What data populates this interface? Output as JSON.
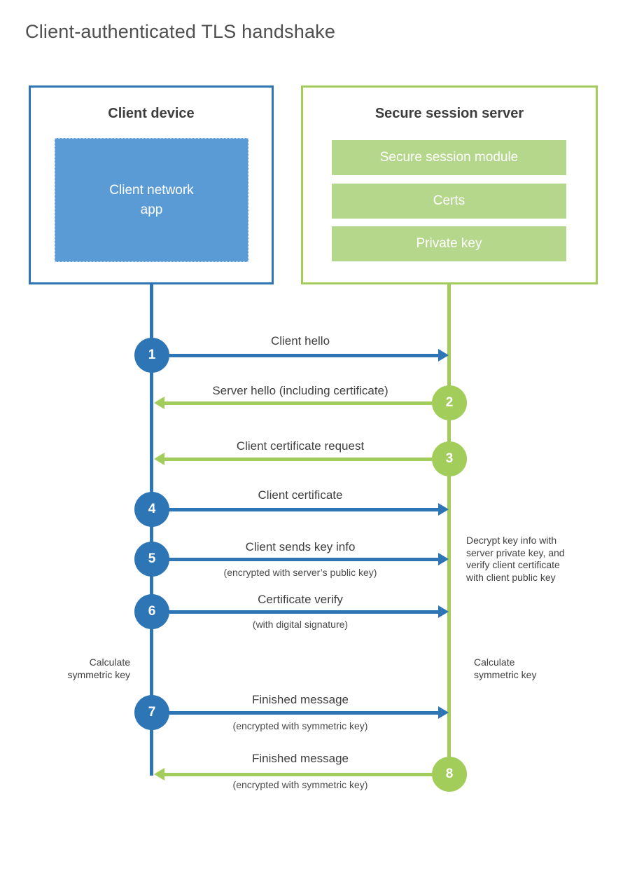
{
  "title": "Client-authenticated TLS handshake",
  "client_box": {
    "heading": "Client device",
    "app": "Client network\napp"
  },
  "server_box": {
    "heading": "Secure session server",
    "modules": [
      "Secure session module",
      "Certs",
      "Private key"
    ]
  },
  "steps": [
    {
      "num": "1",
      "label": "Client hello",
      "direction": "right",
      "actor": "client"
    },
    {
      "num": "2",
      "label": "Server hello (including certificate)",
      "direction": "left",
      "actor": "server"
    },
    {
      "num": "3",
      "label": "Client certificate request",
      "direction": "left",
      "actor": "server"
    },
    {
      "num": "4",
      "label": "Client certificate",
      "direction": "right",
      "actor": "client"
    },
    {
      "num": "5",
      "label": "Client sends key info",
      "sub": "(encrypted with server’s public key)",
      "direction": "right",
      "actor": "client"
    },
    {
      "num": "6",
      "label": "Certificate verify",
      "sub": "(with digital signature)",
      "direction": "right",
      "actor": "client"
    },
    {
      "num": "7",
      "label": "Finished message",
      "sub": "(encrypted with symmetric key)",
      "direction": "right",
      "actor": "client"
    },
    {
      "num": "8",
      "label": "Finished message",
      "sub": "(encrypted with symmetric key)",
      "direction": "left",
      "actor": "server"
    }
  ],
  "annotations": {
    "decrypt_note": "Decrypt key info with\nserver private key, and\nverify client certificate\nwith client public key",
    "calc_client": "Calculate\nsymmetric key",
    "calc_server": "Calculate\nsymmetric key"
  },
  "colors": {
    "blue": "#2e75b6",
    "blue_fill": "#5b9bd5",
    "green": "#a2cd5a",
    "green_fill": "#b5d78b",
    "text": "#404040"
  }
}
